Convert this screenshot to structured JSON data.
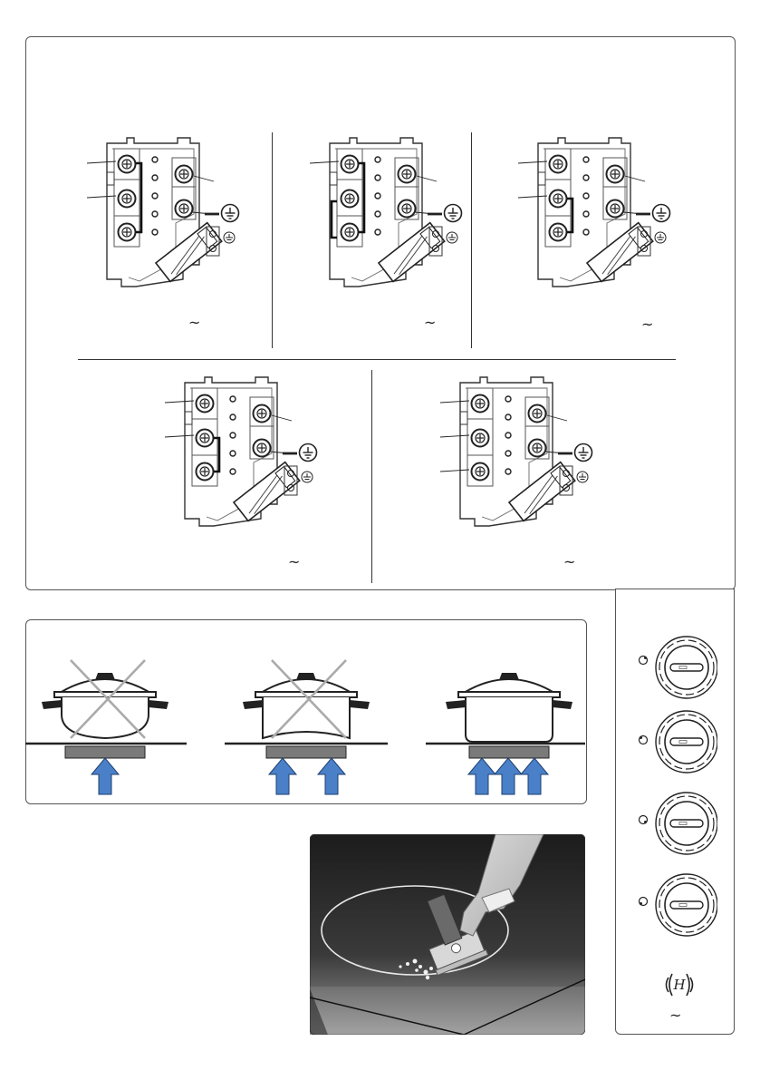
{
  "wiring": {
    "supply_symbol": "~",
    "diagrams": [
      {
        "id": "d1",
        "phase_links": 3
      },
      {
        "id": "d2",
        "phase_links": 3
      },
      {
        "id": "d3",
        "phase_links": 2
      },
      {
        "id": "d4",
        "phase_links": 2
      },
      {
        "id": "d5",
        "phase_links": 0
      }
    ]
  },
  "cookware": {
    "panels": [
      {
        "status": "incorrect",
        "base": "convex",
        "arrows": 1
      },
      {
        "status": "incorrect",
        "base": "concave",
        "arrows": 2
      },
      {
        "status": "correct",
        "base": "flat",
        "arrows": 3
      }
    ],
    "arrow_color": "#4a80c8"
  },
  "cleaning": {
    "icon": "scraper-on-hob"
  },
  "controls": {
    "knobs": [
      {
        "position": "rear-left"
      },
      {
        "position": "front-left"
      },
      {
        "position": "front-right"
      },
      {
        "position": "rear-right"
      }
    ],
    "residual_heat_symbol": "H",
    "supply_symbol": "~"
  }
}
